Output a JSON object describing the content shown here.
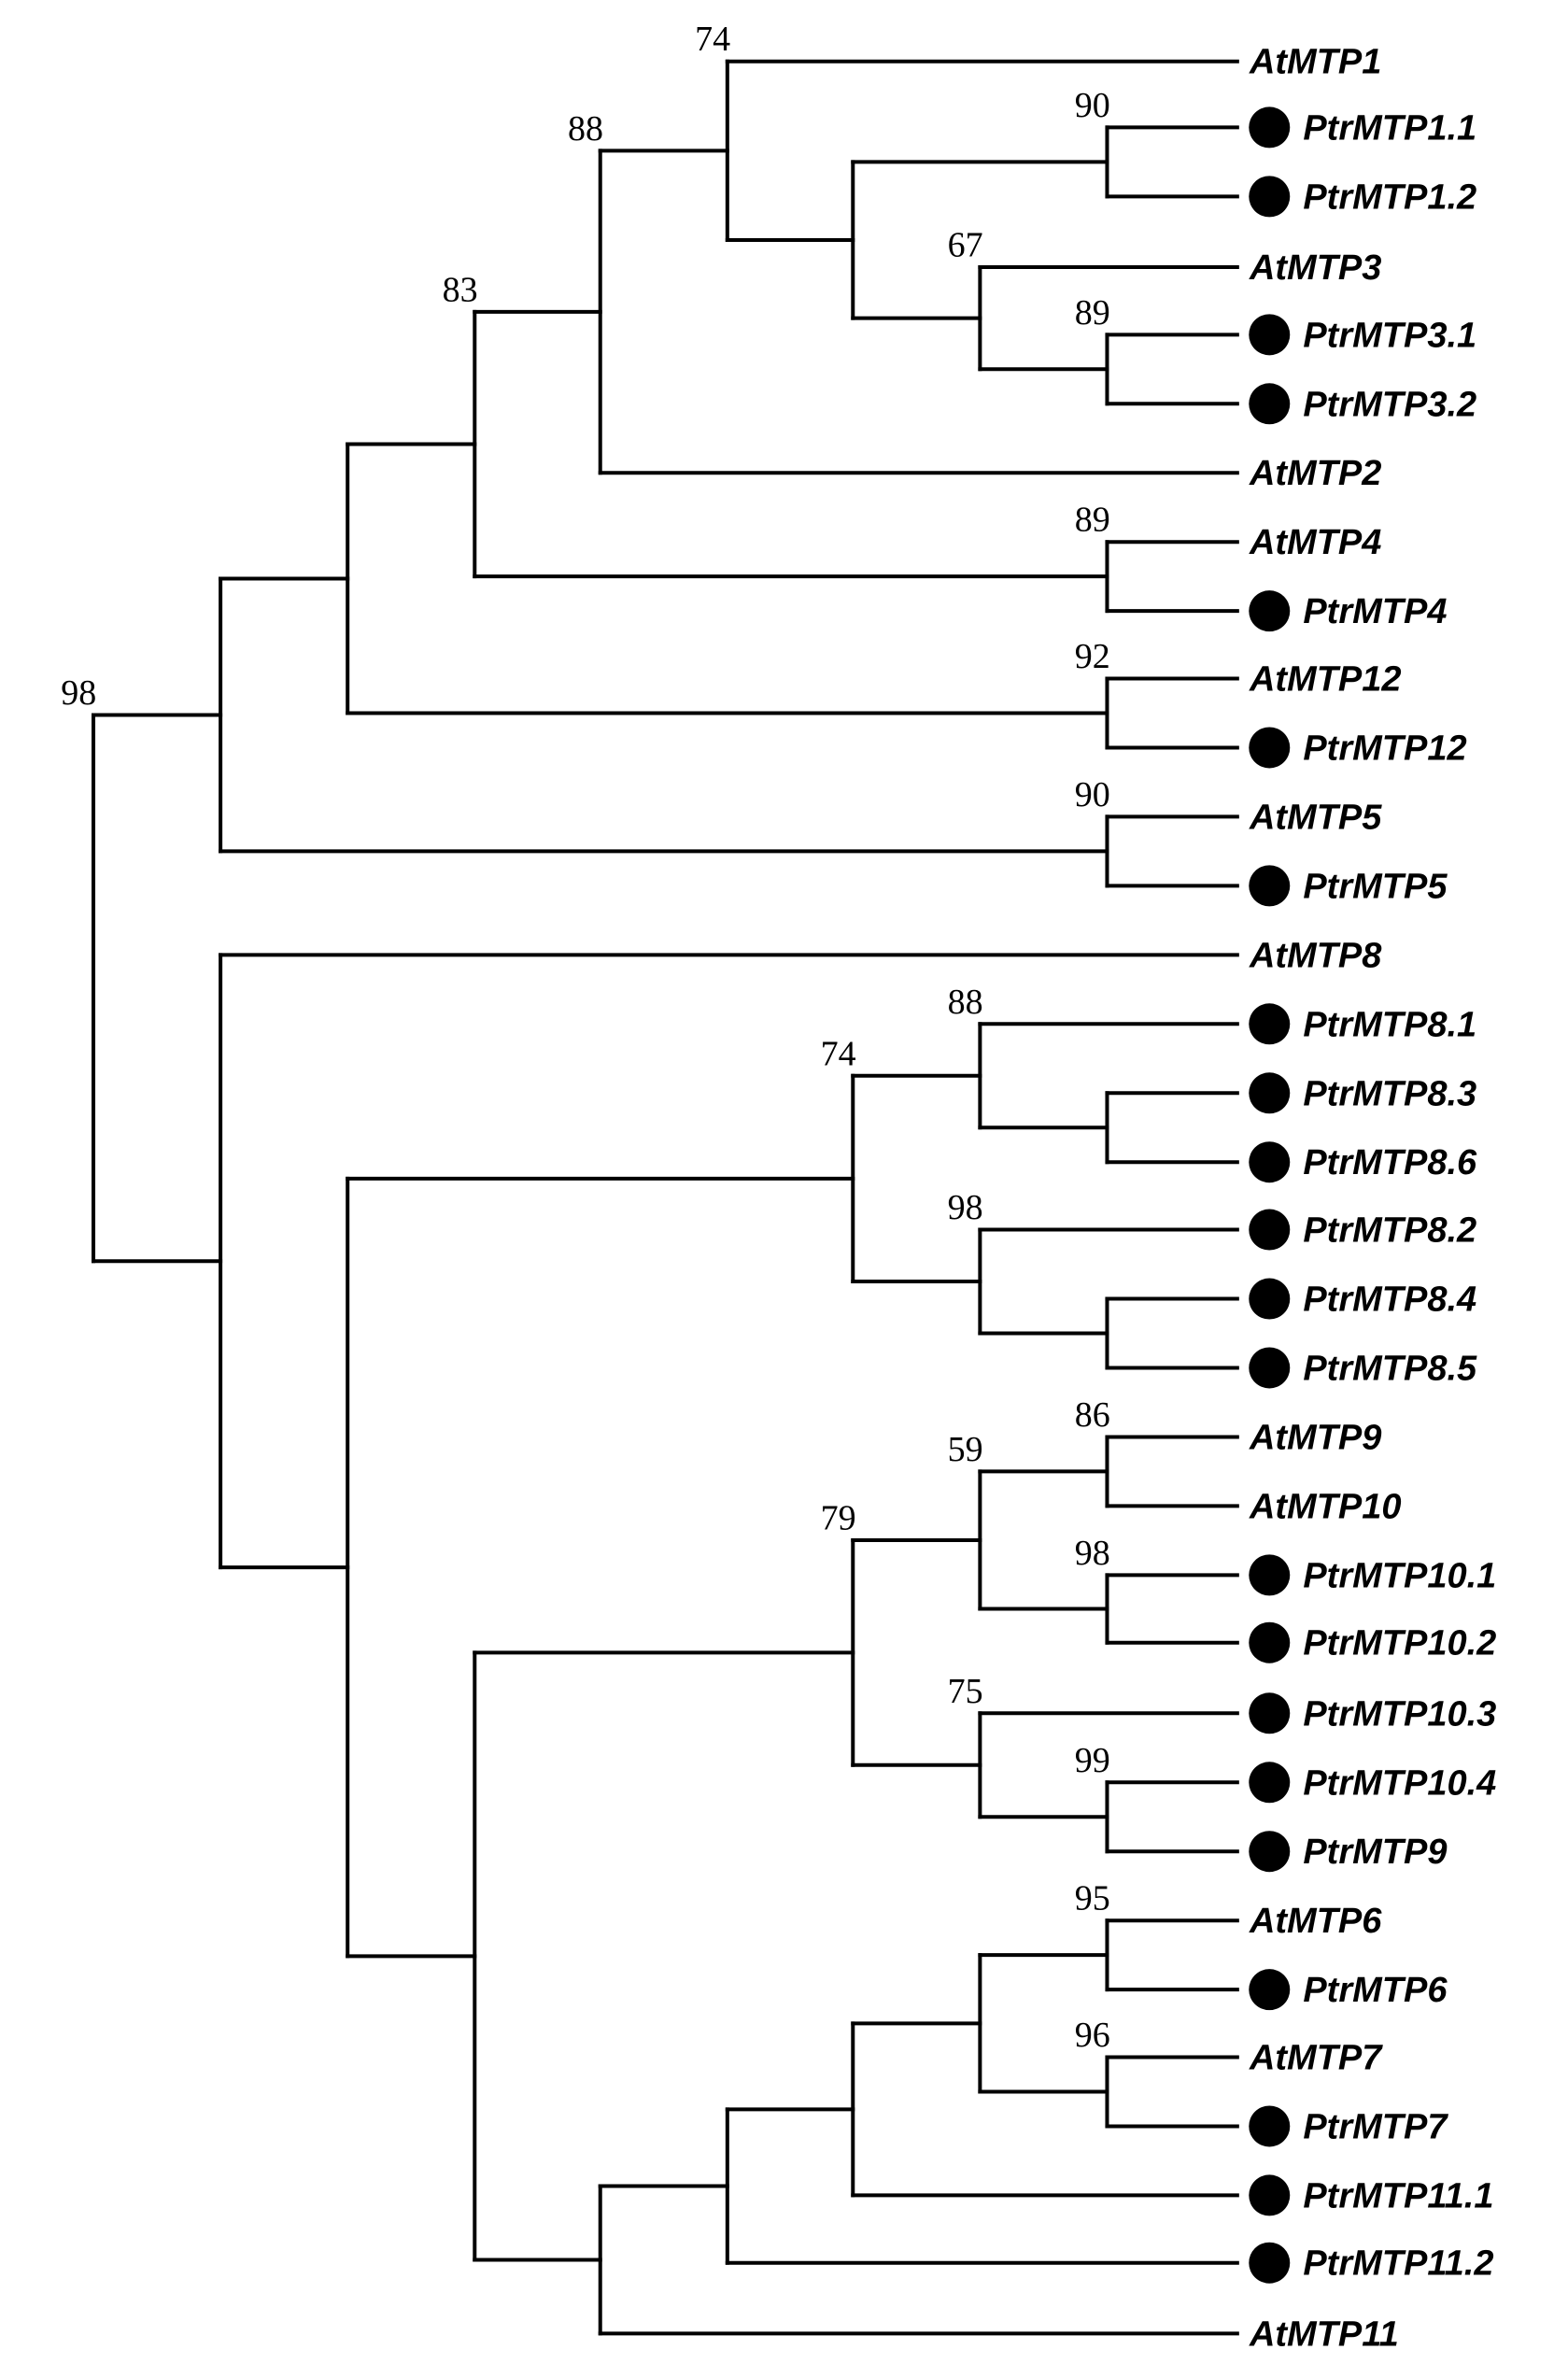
{
  "tree": {
    "marker_color": "#000000",
    "leaves": [
      {
        "label": "AtMTP1",
        "marker": false
      },
      {
        "label": "PtrMTP1.1",
        "marker": true
      },
      {
        "label": "PtrMTP1.2",
        "marker": true
      },
      {
        "label": "AtMTP3",
        "marker": false
      },
      {
        "label": "PtrMTP3.1",
        "marker": true
      },
      {
        "label": "PtrMTP3.2",
        "marker": true
      },
      {
        "label": "AtMTP2",
        "marker": false
      },
      {
        "label": "AtMTP4",
        "marker": false
      },
      {
        "label": "PtrMTP4",
        "marker": true
      },
      {
        "label": "AtMTP12",
        "marker": false
      },
      {
        "label": "PtrMTP12",
        "marker": true
      },
      {
        "label": "AtMTP5",
        "marker": false
      },
      {
        "label": "PtrMTP5",
        "marker": true
      },
      {
        "label": "AtMTP8",
        "marker": false
      },
      {
        "label": "PtrMTP8.1",
        "marker": true
      },
      {
        "label": "PtrMTP8.3",
        "marker": true
      },
      {
        "label": "PtrMTP8.6",
        "marker": true
      },
      {
        "label": "PtrMTP8.2",
        "marker": true
      },
      {
        "label": "PtrMTP8.4",
        "marker": true
      },
      {
        "label": "PtrMTP8.5",
        "marker": true
      },
      {
        "label": "AtMTP9",
        "marker": false
      },
      {
        "label": "AtMTP10",
        "marker": false
      },
      {
        "label": "PtrMTP10.1",
        "marker": true
      },
      {
        "label": "PtrMTP10.2",
        "marker": true
      },
      {
        "label": "PtrMTP10.3",
        "marker": true
      },
      {
        "label": "PtrMTP10.4",
        "marker": true
      },
      {
        "label": "PtrMTP9",
        "marker": true
      },
      {
        "label": "AtMTP6",
        "marker": false
      },
      {
        "label": "PtrMTP6",
        "marker": true
      },
      {
        "label": "AtMTP7",
        "marker": false
      },
      {
        "label": "PtrMTP7",
        "marker": true
      },
      {
        "label": "PtrMTP11.1",
        "marker": true
      },
      {
        "label": "PtrMTP11.2",
        "marker": true
      },
      {
        "label": "AtMTP11",
        "marker": false
      }
    ],
    "bootstrap_values": [
      "74",
      "90",
      "67",
      "89",
      "88",
      "83",
      "89",
      "92",
      "90",
      "98",
      "88",
      "98",
      "74",
      "86",
      "98",
      "59",
      "75",
      "99",
      "79",
      "95",
      "96"
    ]
  }
}
